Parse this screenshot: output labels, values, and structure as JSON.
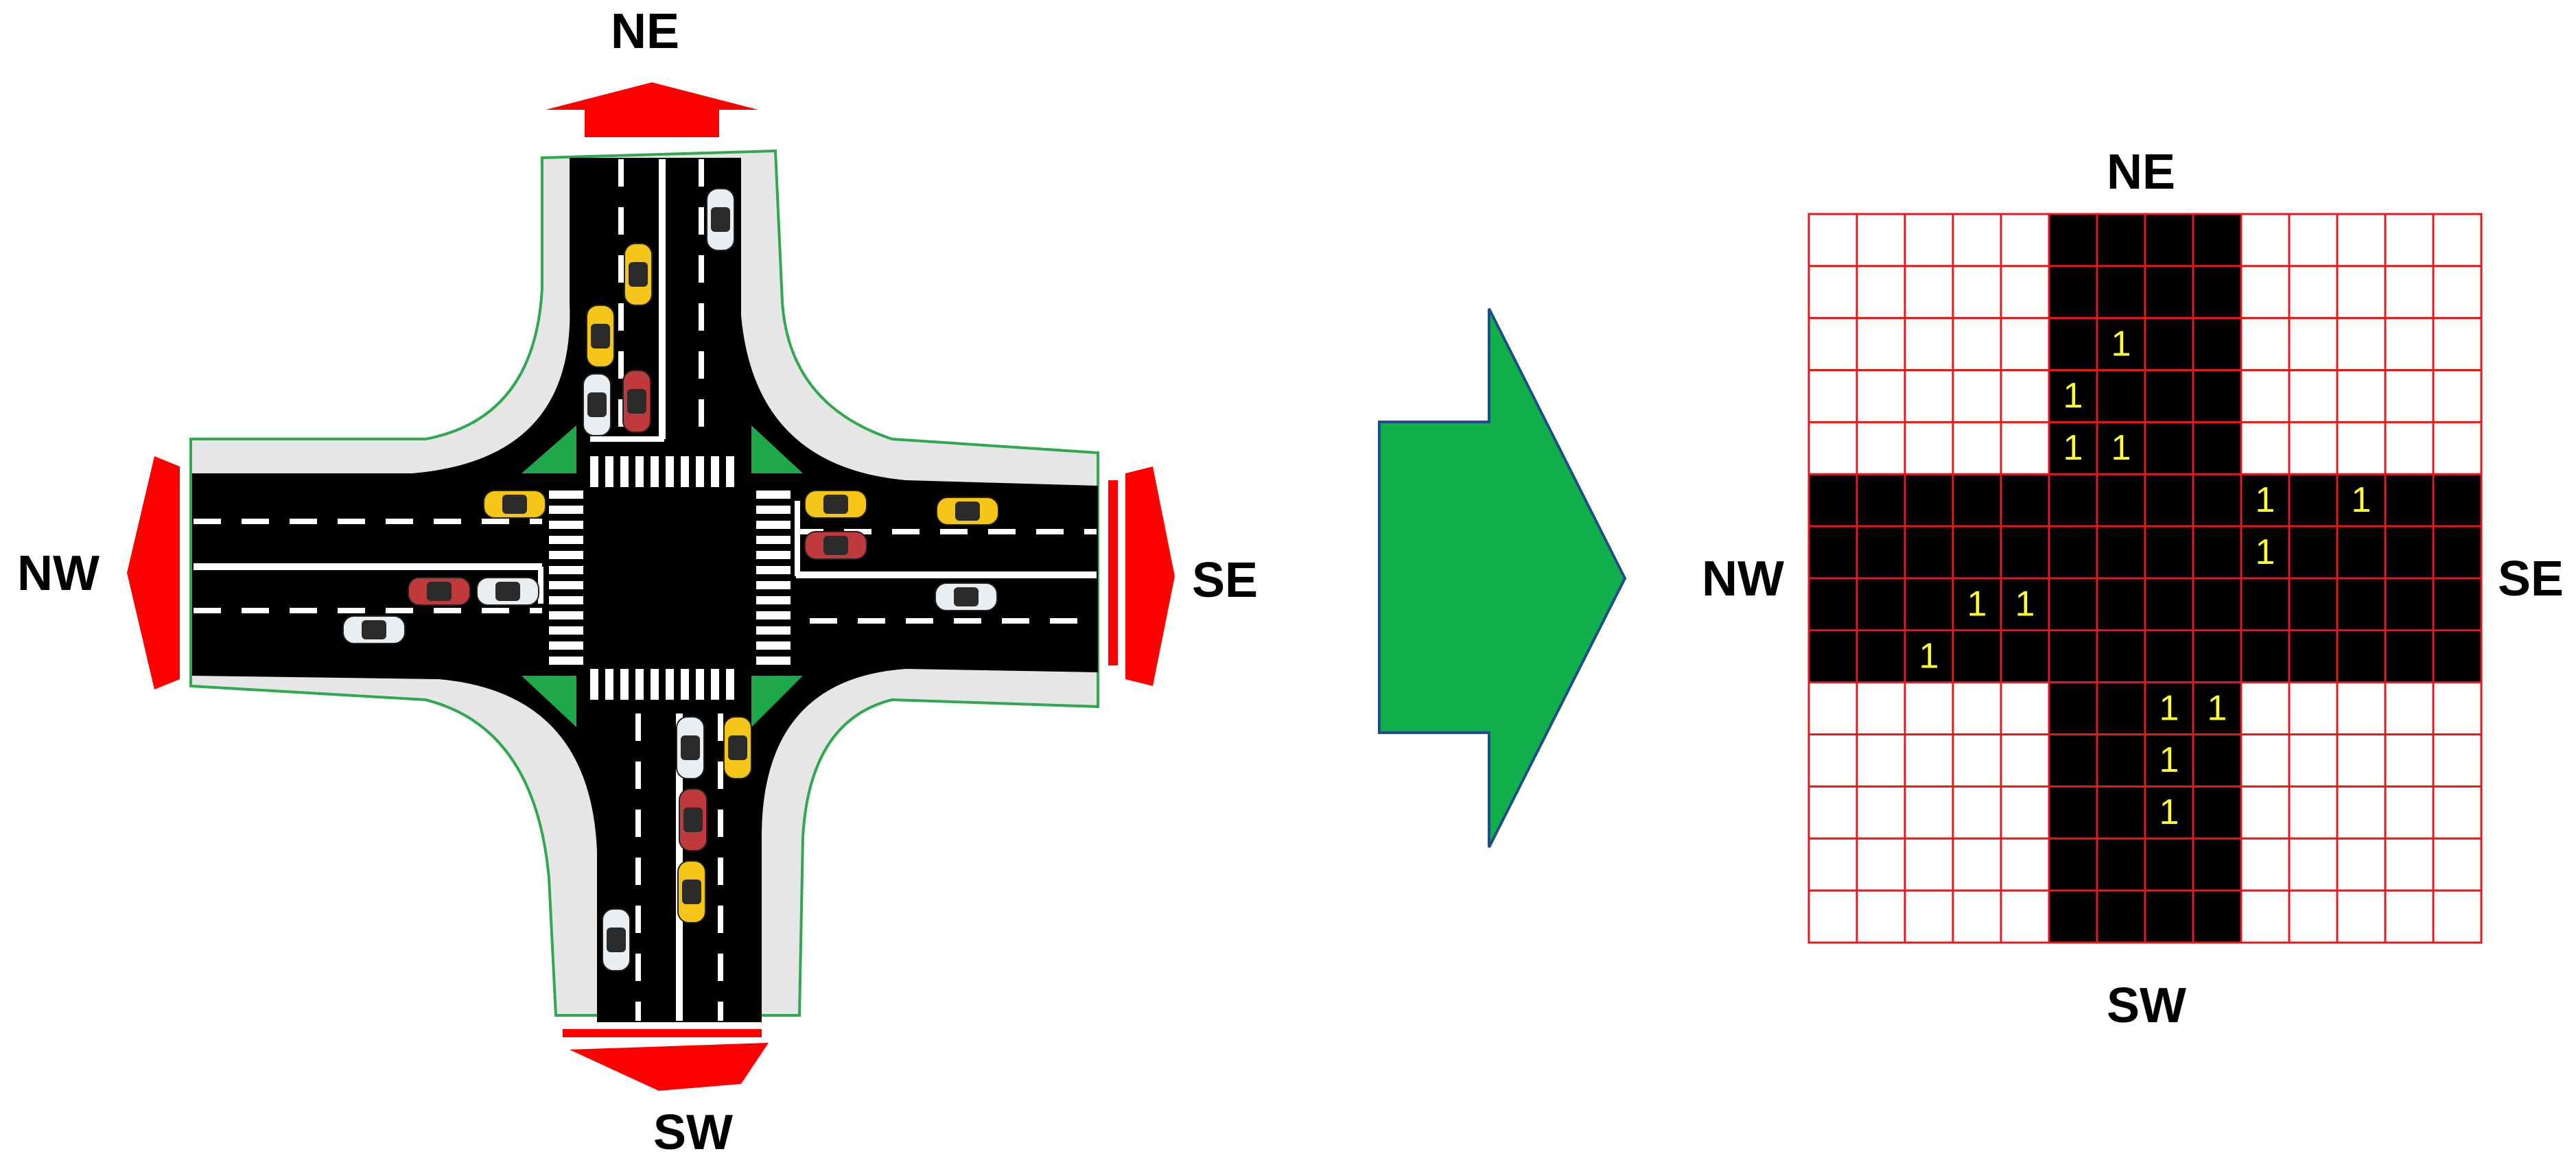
{
  "labels": {
    "left_ne": "NE",
    "left_nw": "NW",
    "left_se": "SE",
    "left_sw": "SW",
    "right_ne": "NE",
    "right_nw": "NW",
    "right_se": "SE",
    "right_sw": "SW"
  },
  "colors": {
    "road": "#000000",
    "sidewalk": "#e6e6e6",
    "curb": "#2fa84f",
    "island": "#1fa84a",
    "arrow_red": "#ff0000",
    "arrow_green": "#12b04c",
    "grid_line": "#e11b1b",
    "grid_road": "#000000",
    "grid_empty": "#ffffff",
    "number": "#ffff33",
    "car_yellow": "#f5c518",
    "car_red": "#c0393b",
    "car_white": "#e9eef2"
  },
  "grid": {
    "size": 14,
    "road_columns": [
      5,
      8
    ],
    "road_rows": [
      5,
      8
    ],
    "occupied_value": "1",
    "occupied": [
      [
        6,
        2
      ],
      [
        5,
        3
      ],
      [
        5,
        4
      ],
      [
        6,
        4
      ],
      [
        9,
        5
      ],
      [
        11,
        5
      ],
      [
        9,
        6
      ],
      [
        3,
        7
      ],
      [
        4,
        7
      ],
      [
        2,
        8
      ],
      [
        7,
        9
      ],
      [
        8,
        9
      ],
      [
        7,
        10
      ],
      [
        7,
        11
      ]
    ]
  },
  "icons": {
    "transform_arrow": "arrow-right-icon",
    "exit_arrows": "arrow-out-icon",
    "vehicle": "car-icon"
  }
}
